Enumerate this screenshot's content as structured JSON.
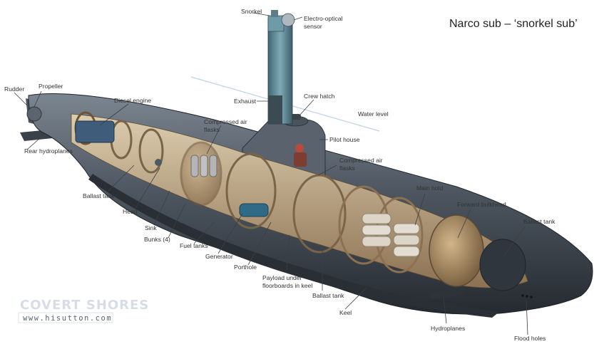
{
  "title": "Narco sub – ‘snorkel sub’",
  "colors": {
    "hull": "#4d5660",
    "hull_dark": "#2b3138",
    "hull_light": "#7c8690",
    "interior": "#a88d68",
    "interior_light": "#d9c9a8",
    "bulkhead": "#7a6448",
    "water_line": "#bcd3e6",
    "snorkel": "#5f8a9a"
  },
  "labels": {
    "snorkel": "Snorkel",
    "electro_optical_sensor": [
      "Electro-optical",
      "sensor"
    ],
    "rudder": "Rudder",
    "propeller": "Propeller",
    "diesel_engine": "Diesel engine",
    "exhaust": "Exhaust",
    "crew_hatch": "Crew hatch",
    "water_level": "Water level",
    "compressed_air_flasks_top": [
      "Compressed air",
      "flasks"
    ],
    "pilot_house": "Pilot house",
    "compressed_air_flasks_right": [
      "Compressed air",
      "flasks"
    ],
    "rear_hydroplanes": "Rear hydroplanes",
    "ballast_tank_aft": "Ballast tank",
    "head": "Head",
    "sink": "Sink",
    "bunks": "Bunks (4)",
    "fuel_tanks": "Fuel tanks",
    "generator": "Generator",
    "porthole": "Porthole",
    "payload": [
      "Payload under",
      "floorboards in keel"
    ],
    "ballast_tank_mid": "Ballast tank",
    "keel": "Keel",
    "main_hold": "Main hold",
    "forward_bulkhead": "Forward bulkhead",
    "ballast_tank_fwd": "Ballast tank",
    "hydroplanes": "Hydroplanes",
    "flood_holes": "Flood holes"
  },
  "watermark": {
    "brand": "COVERT SHORES",
    "url": "www.hisutton.com"
  }
}
